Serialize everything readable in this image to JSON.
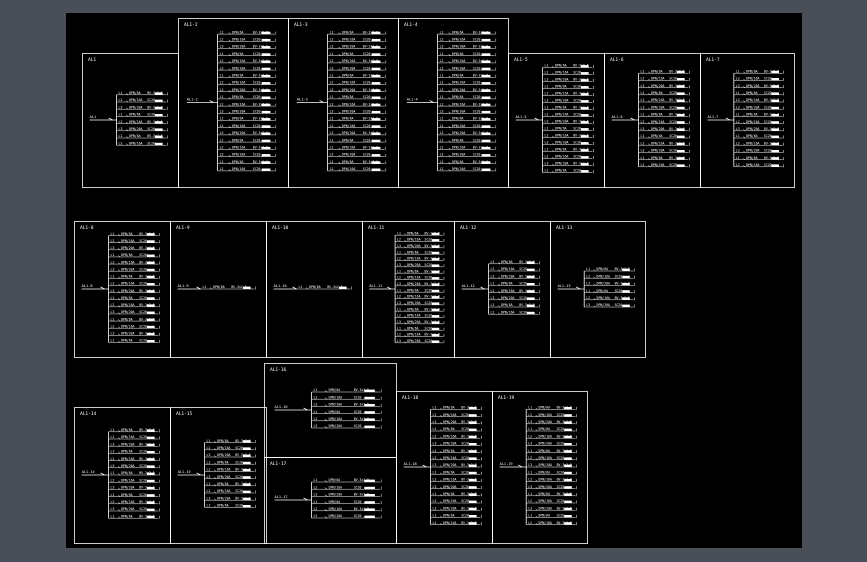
{
  "colors": {
    "background": "#4a4f57",
    "canvas": "#000000",
    "line": "#ffffff"
  },
  "drawing": {
    "rows": [
      {
        "panels": [
          {
            "id": "p1",
            "title": "AL1",
            "feeder": "AL1",
            "items": 8
          },
          {
            "id": "p2",
            "title": "AL1-2",
            "feeder": "AL1-2",
            "items": 20
          },
          {
            "id": "p3",
            "title": "AL1-3",
            "feeder": "AL1-3",
            "items": 20
          },
          {
            "id": "p4",
            "title": "AL1-4",
            "feeder": "AL1-4",
            "items": 20
          },
          {
            "id": "p5",
            "title": "AL1-5",
            "feeder": "AL1-5",
            "items": 16
          },
          {
            "id": "p6",
            "title": "AL1-6",
            "feeder": "AL1-6",
            "items": 14
          },
          {
            "id": "p7",
            "title": "AL1-7",
            "feeder": "AL1-7",
            "items": 14
          }
        ]
      },
      {
        "panels": [
          {
            "id": "p8",
            "title": "AL1-8",
            "feeder": "AL1-8",
            "items": 16
          },
          {
            "id": "p9",
            "title": "AL1-9",
            "feeder": "AL1-9",
            "items": 1
          },
          {
            "id": "p10",
            "title": "AL1-10",
            "feeder": "AL1-10",
            "items": 1
          },
          {
            "id": "p11",
            "title": "AL1-11",
            "feeder": "AL1-11",
            "items": 18
          },
          {
            "id": "p12",
            "title": "AL1-12",
            "feeder": "AL1-12",
            "items": 8
          },
          {
            "id": "p13",
            "title": "AL1-13",
            "feeder": "AL1-13",
            "items": 6
          }
        ]
      },
      {
        "panels": [
          {
            "id": "p14",
            "title": "AL1-14",
            "feeder": "AL1-14",
            "items": 13
          },
          {
            "id": "p15",
            "title": "AL1-15",
            "feeder": "AL1-15",
            "items": 10
          },
          {
            "id": "p16",
            "title": "AL1-16",
            "feeder": "AL1-16",
            "items": 6
          },
          {
            "id": "p17",
            "title": "AL1-17",
            "feeder": "AL1-17",
            "items": 6
          },
          {
            "id": "p18",
            "title": "AL1-18",
            "feeder": "AL1-18",
            "items": 17
          },
          {
            "id": "p19",
            "title": "AL1-19",
            "feeder": "AL1-19",
            "items": 17
          }
        ]
      }
    ],
    "circuit_labels": [
      "L1",
      "L2",
      "L3",
      "DPN/6A",
      "DPN/16A",
      "DPN/20A",
      "BV-3x2.5",
      "SC20"
    ]
  }
}
